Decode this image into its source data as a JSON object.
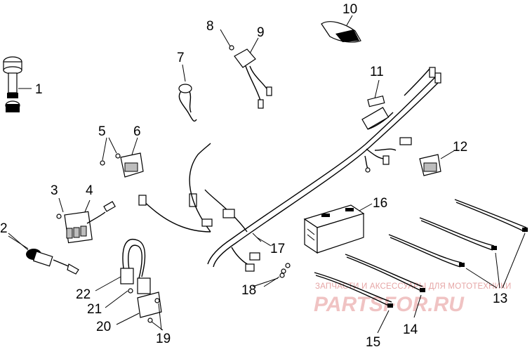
{
  "diagram": {
    "callouts": [
      "1",
      "2",
      "3",
      "4",
      "5",
      "6",
      "7",
      "8",
      "9",
      "10",
      "11",
      "12",
      "13",
      "14",
      "15",
      "16",
      "17",
      "18",
      "19",
      "20",
      "21",
      "22"
    ],
    "watermark": {
      "caption": "ЗАПЧАСТИ И АКСЕССУАРЫ ДЛЯ МОТОТЕХНИКИ",
      "logo": "PARTSFOR.RU"
    }
  }
}
